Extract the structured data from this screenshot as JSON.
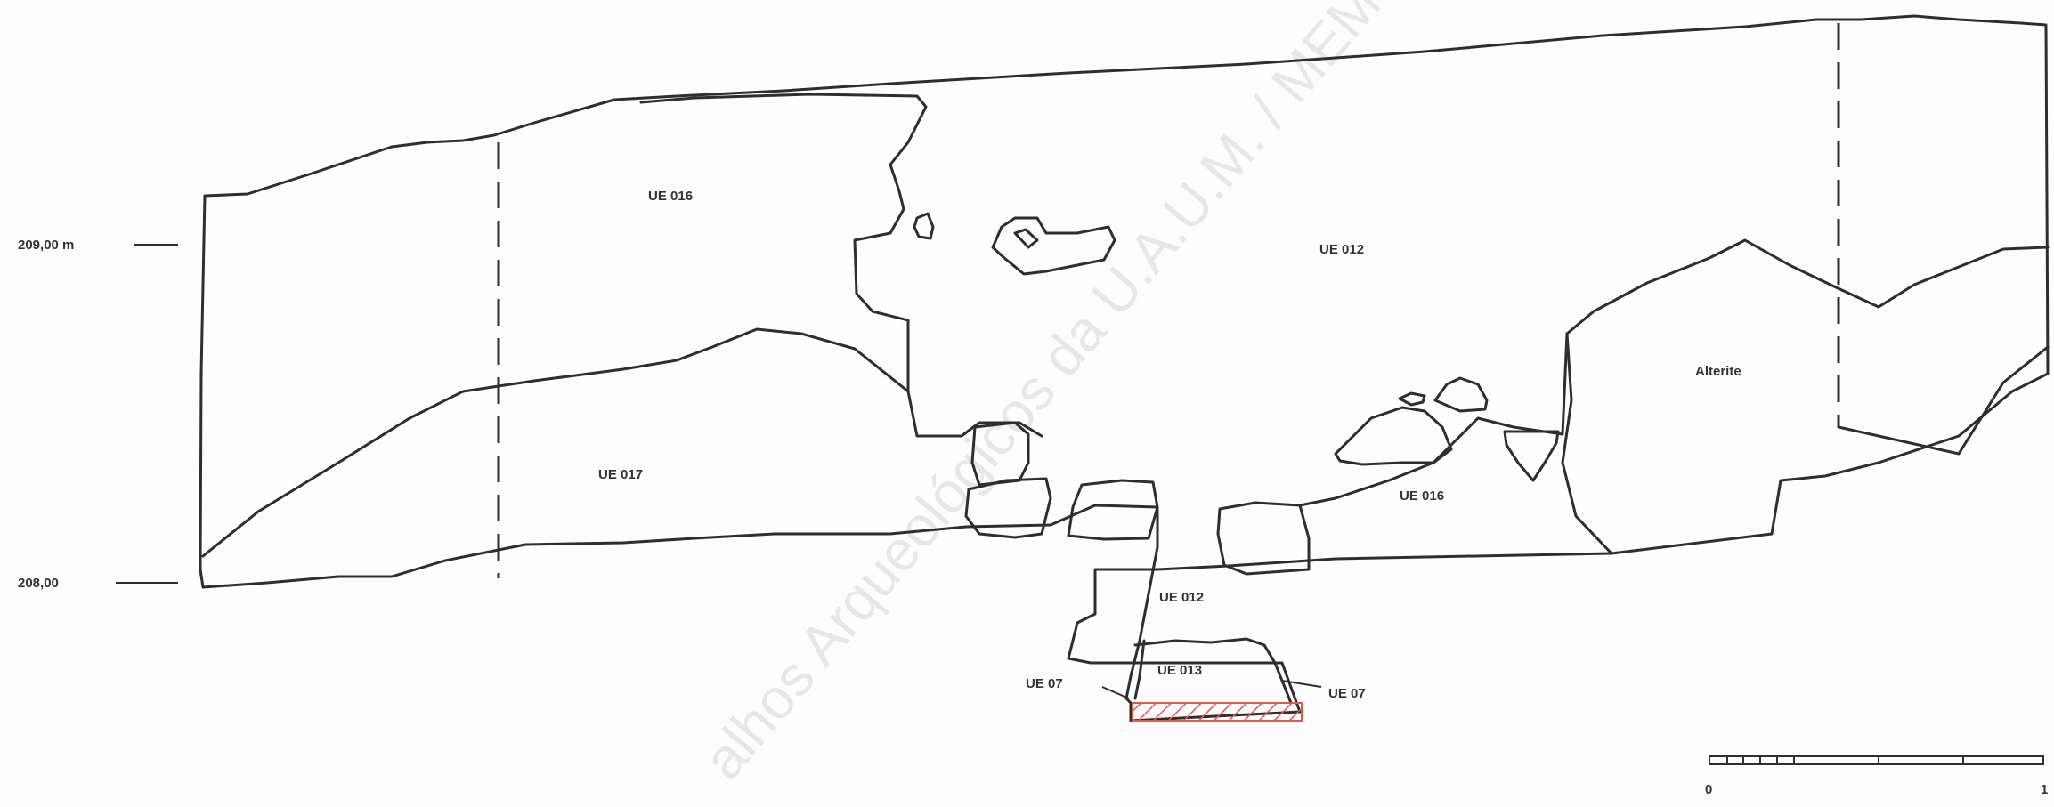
{
  "elevations": {
    "upper": "209,00 m",
    "lower": "208,00"
  },
  "units": {
    "ue016_top": "UE 016",
    "ue012_main": "UE 012",
    "ue017": "UE 017",
    "ue016_right": "UE 016",
    "alterite": "Alterite",
    "ue012_trench": "UE 012",
    "ue013": "UE 013",
    "ue07_left": "UE 07",
    "ue07_right": "UE 07"
  },
  "scale": {
    "start": "0",
    "end": "1"
  },
  "watermark": "alhos Arqueológicos da U.A.U.M. / MEMO",
  "colors": {
    "line": "#2e2e2e",
    "hatch": "#e05a4a",
    "watermark": "#bdbdbd"
  }
}
